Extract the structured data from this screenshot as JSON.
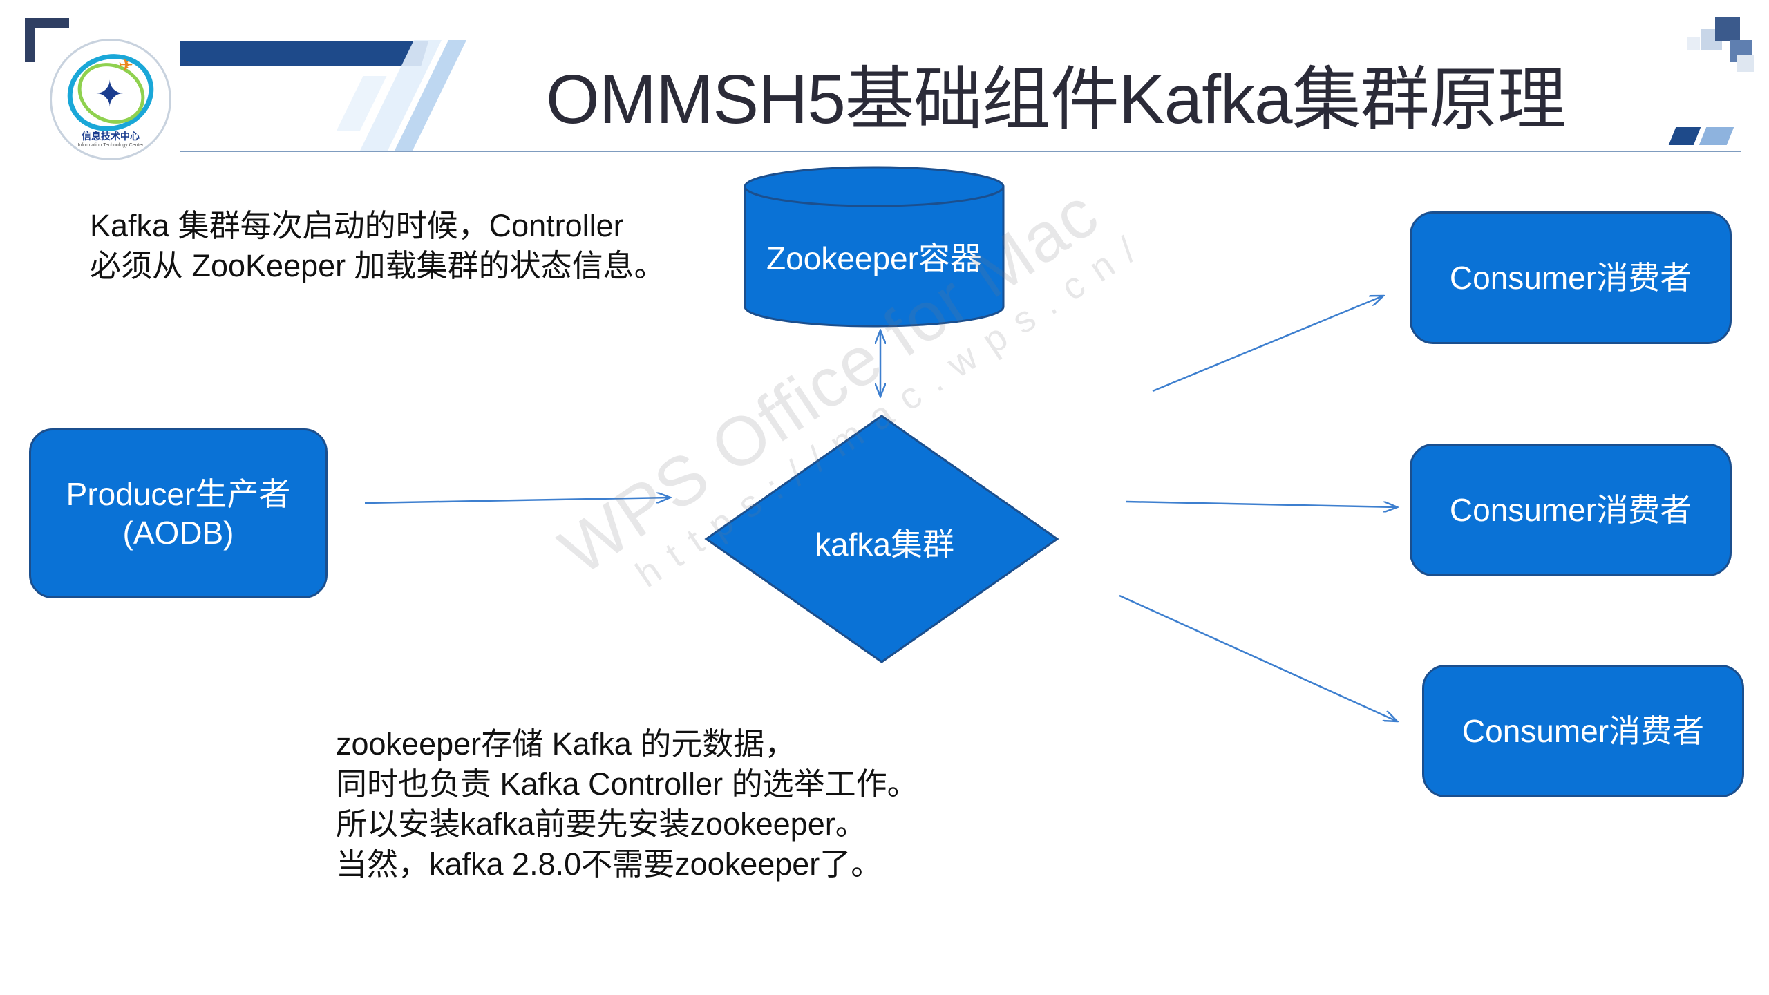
{
  "header": {
    "title": "OMMSH5基础组件Kafka集群原理",
    "logo_text": "信息技术中心",
    "logo_subtext": "Information Technology Center"
  },
  "notes": {
    "top": [
      "Kafka 集群每次启动的时候，Controller",
      "必须从 ZooKeeper 加载集群的状态信息。"
    ],
    "bottom": [
      "zookeeper存储 Kafka 的元数据，",
      "同时也负责 Kafka Controller 的选举工作。",
      "所以安装kafka前要先安装zookeeper。",
      "当然，kafka 2.8.0不需要zookeeper了。"
    ]
  },
  "nodes": {
    "zookeeper": "Zookeeper容器",
    "kafka": "kafka集群",
    "producer": [
      "Producer生产者",
      "(AODB)"
    ],
    "consumers": [
      "Consumer消费者",
      "Consumer消费者",
      "Consumer消费者"
    ]
  },
  "watermark": {
    "main": "WPS Office for Mac",
    "url": "https://mac.wps.cn/"
  },
  "colors": {
    "shape_fill": "#0a72d6",
    "shape_border": "#1b4f8e",
    "arrow": "#3d7fcf",
    "title_text": "#2b2b38",
    "header_bar": "#1e4a8a"
  }
}
